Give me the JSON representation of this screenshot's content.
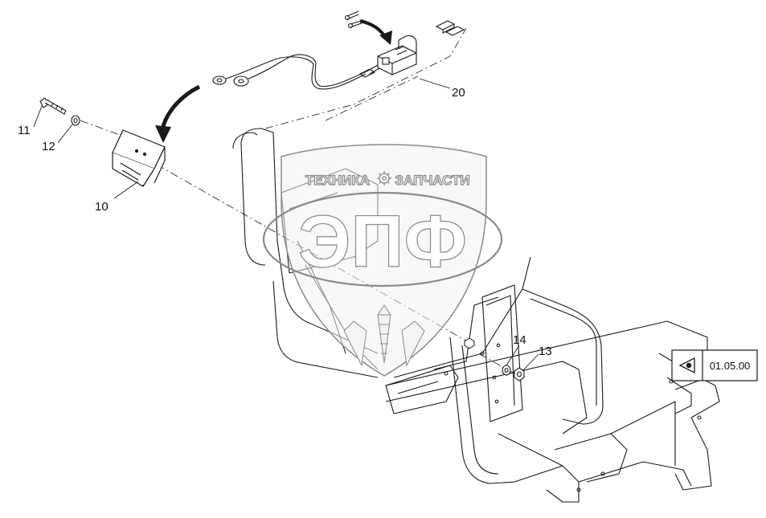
{
  "callouts": {
    "c10": "10",
    "c11": "11",
    "c12": "12",
    "c13": "13",
    "c14": "14",
    "c20": "20"
  },
  "reference_box": {
    "label": "01.05.00",
    "icon": "eye-view-icon"
  },
  "watermark": {
    "top_text_left": "ТЕХНИКА",
    "top_text_right": "ЗАПЧАСТИ",
    "logo_text": "ЭПФ",
    "icon": "gear-icon"
  },
  "colors": {
    "line": "#1a1a1a",
    "watermark_stroke": "#8a8a8a",
    "watermark_fill": "#f2f2f2"
  }
}
